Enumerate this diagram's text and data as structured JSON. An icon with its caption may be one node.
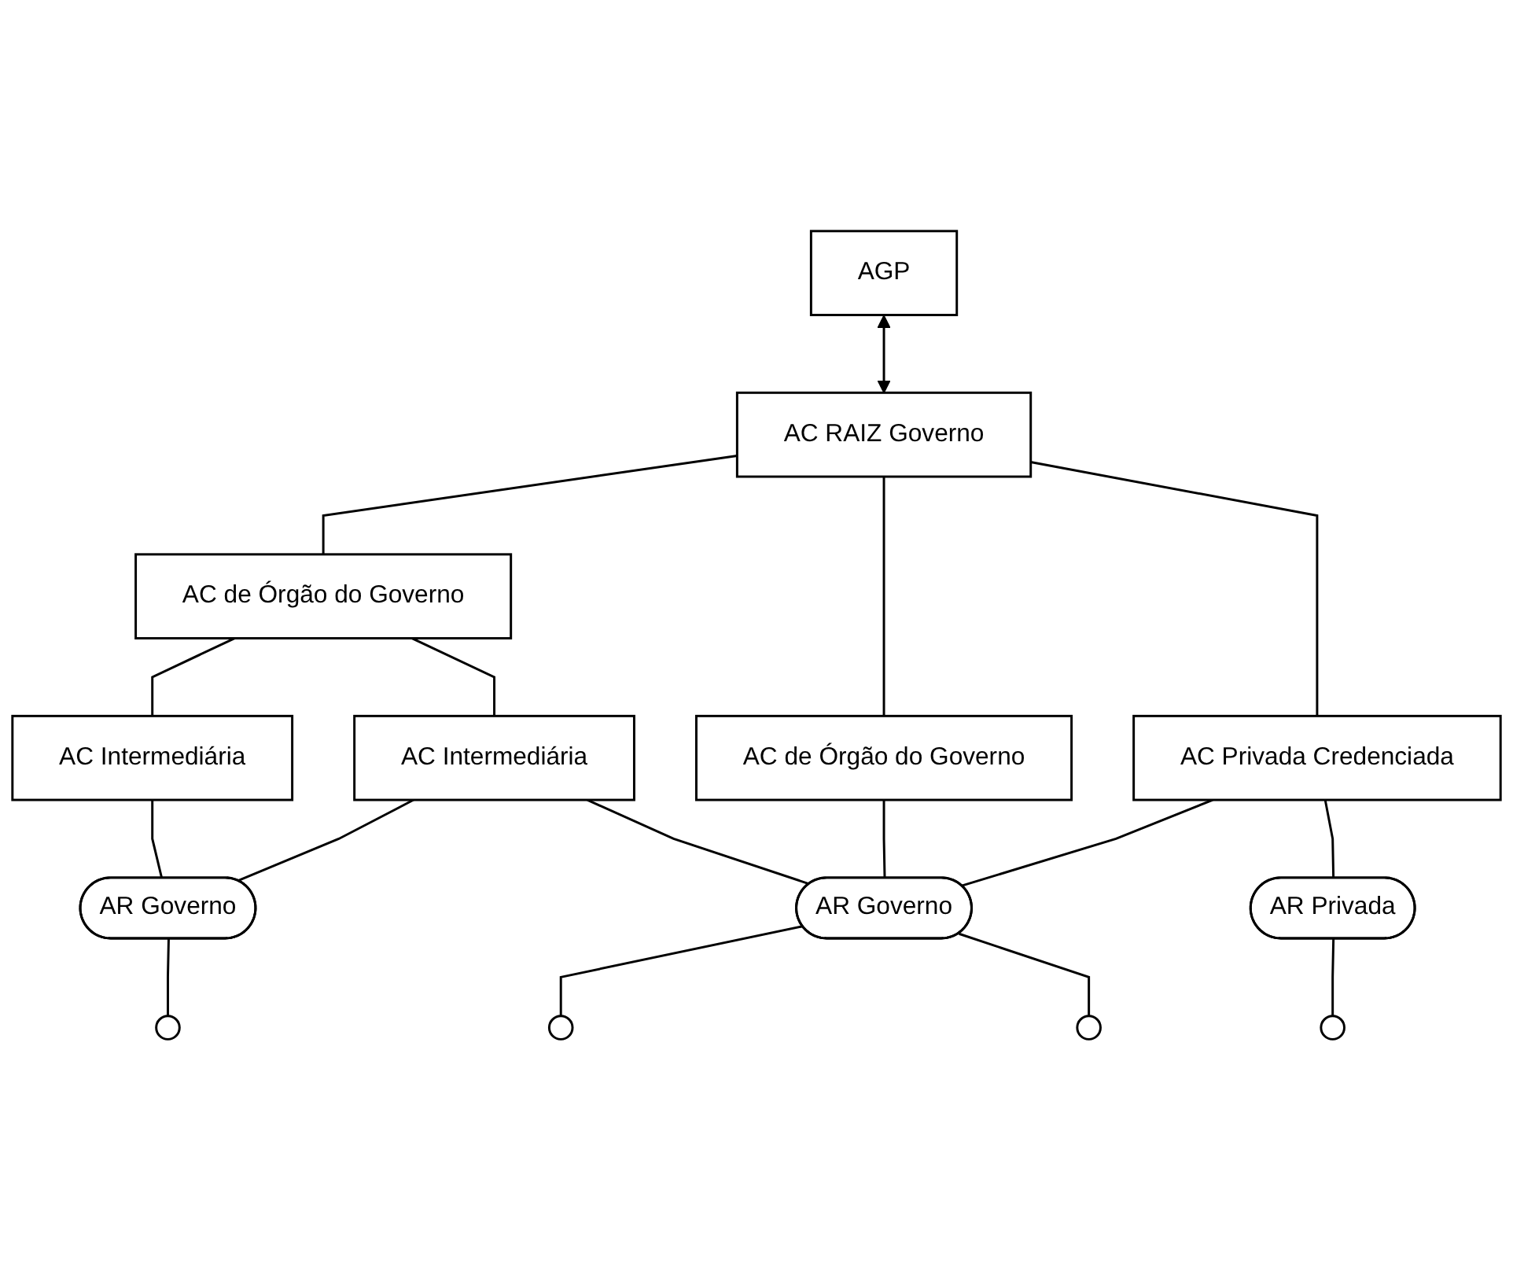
{
  "diagram": {
    "nodes": [
      {
        "text": [
          "AGP"
        ]
      },
      {
        "text": [
          "AC RAIZ Governo"
        ]
      },
      {
        "text": [
          "AC de Órgão do Governo"
        ]
      },
      {
        "text": [
          "AC de Órgão do Governo"
        ]
      },
      {
        "text": [
          "AC Privada Credenciada"
        ]
      },
      {
        "text": [
          "AC Intermediária"
        ]
      },
      {
        "text": [
          "AC Intermediária"
        ]
      },
      {
        "text": [
          "AR Governo"
        ]
      },
      {
        "text": [
          "AR Governo"
        ]
      },
      {
        "text": [
          "AR Privada"
        ]
      },
      {
        "text": [],
        "shape": "ellipse"
      },
      {
        "text": [],
        "shape": "ellipse"
      },
      {
        "text": [],
        "shape": "ellipse"
      },
      {
        "text": [],
        "shape": "ellipse"
      }
    ],
    "edges": [
      {
        "from": 0,
        "to": 1,
        "arrow": "both"
      },
      {
        "from": 1,
        "to": 2,
        "arrow": "none"
      },
      {
        "from": 1,
        "to": 3,
        "arrow": "none"
      },
      {
        "from": 1,
        "to": 4,
        "arrow": "none"
      },
      {
        "from": 2,
        "to": 5,
        "arrow": "none"
      },
      {
        "from": 2,
        "to": 6,
        "arrow": "none"
      },
      {
        "from": 5,
        "to": 7,
        "arrow": "none"
      },
      {
        "from": 6,
        "to": 7,
        "arrow": "none"
      },
      {
        "from": 6,
        "to": 8,
        "arrow": "none"
      },
      {
        "from": 3,
        "to": 8,
        "arrow": "none"
      },
      {
        "from": 4,
        "to": 8,
        "arrow": "none"
      },
      {
        "from": 4,
        "to": 9,
        "arrow": "none"
      },
      {
        "from": 7,
        "to": 10,
        "arrow": "none"
      },
      {
        "from": 8,
        "to": 11,
        "arrow": "none"
      },
      {
        "from": 8,
        "to": 12,
        "arrow": "none"
      },
      {
        "from": 9,
        "to": 13,
        "arrow": "none"
      }
    ]
  }
}
